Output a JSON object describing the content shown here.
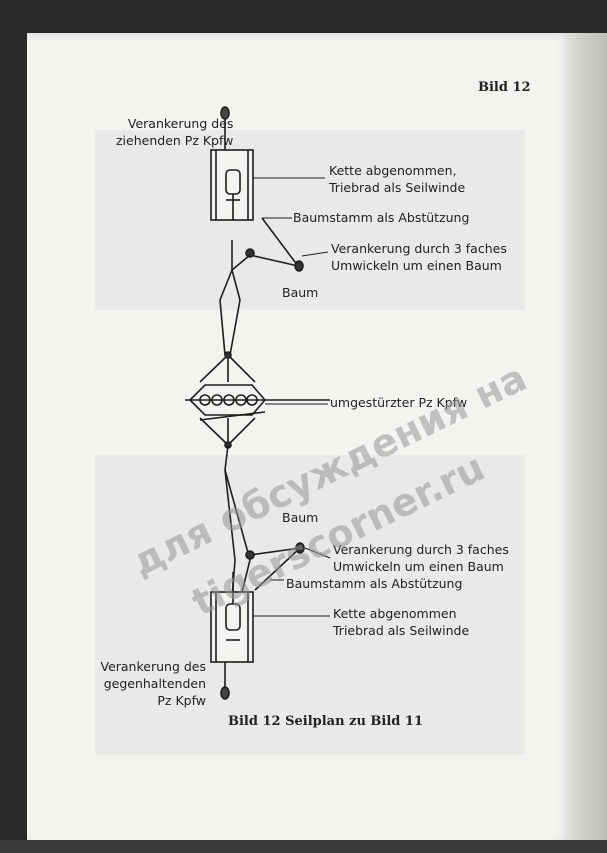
{
  "header": {
    "figure_number": "Bild 12"
  },
  "top_tank": {
    "anchor_label_1": "Verankerung des",
    "anchor_label_2": "ziehenden Pz Kpfw",
    "track_label_1": "Kette abgenommen,",
    "track_label_2": "Triebrad als Seilwinde",
    "support_label": "Baumstamm als Abstützung",
    "anchoring_label_1": "Verankerung durch 3 faches",
    "anchoring_label_2": "Umwickeln um einen Baum",
    "tree_label": "Baum"
  },
  "middle": {
    "overturned_label": "umgestürzter Pz Kpfw"
  },
  "bottom_tank": {
    "tree_label": "Baum",
    "anchoring_label_1": "Verankerung durch 3 faches",
    "anchoring_label_2": "Umwickeln um einen Baum",
    "support_label": "Baumstamm als Abstützung",
    "track_label_1": "Kette abgenommen",
    "track_label_2": "Triebrad als Seilwinde",
    "anchor_label_1": "Verankerung des",
    "anchor_label_2": "gegenhaltenden",
    "anchor_label_3": "Pz Kpfw"
  },
  "caption": {
    "text": "Bild 12   Seilplan zu Bild 11"
  },
  "watermark": {
    "line_1": "для обсуждения на",
    "line_2": "tigerscorner.ru"
  }
}
